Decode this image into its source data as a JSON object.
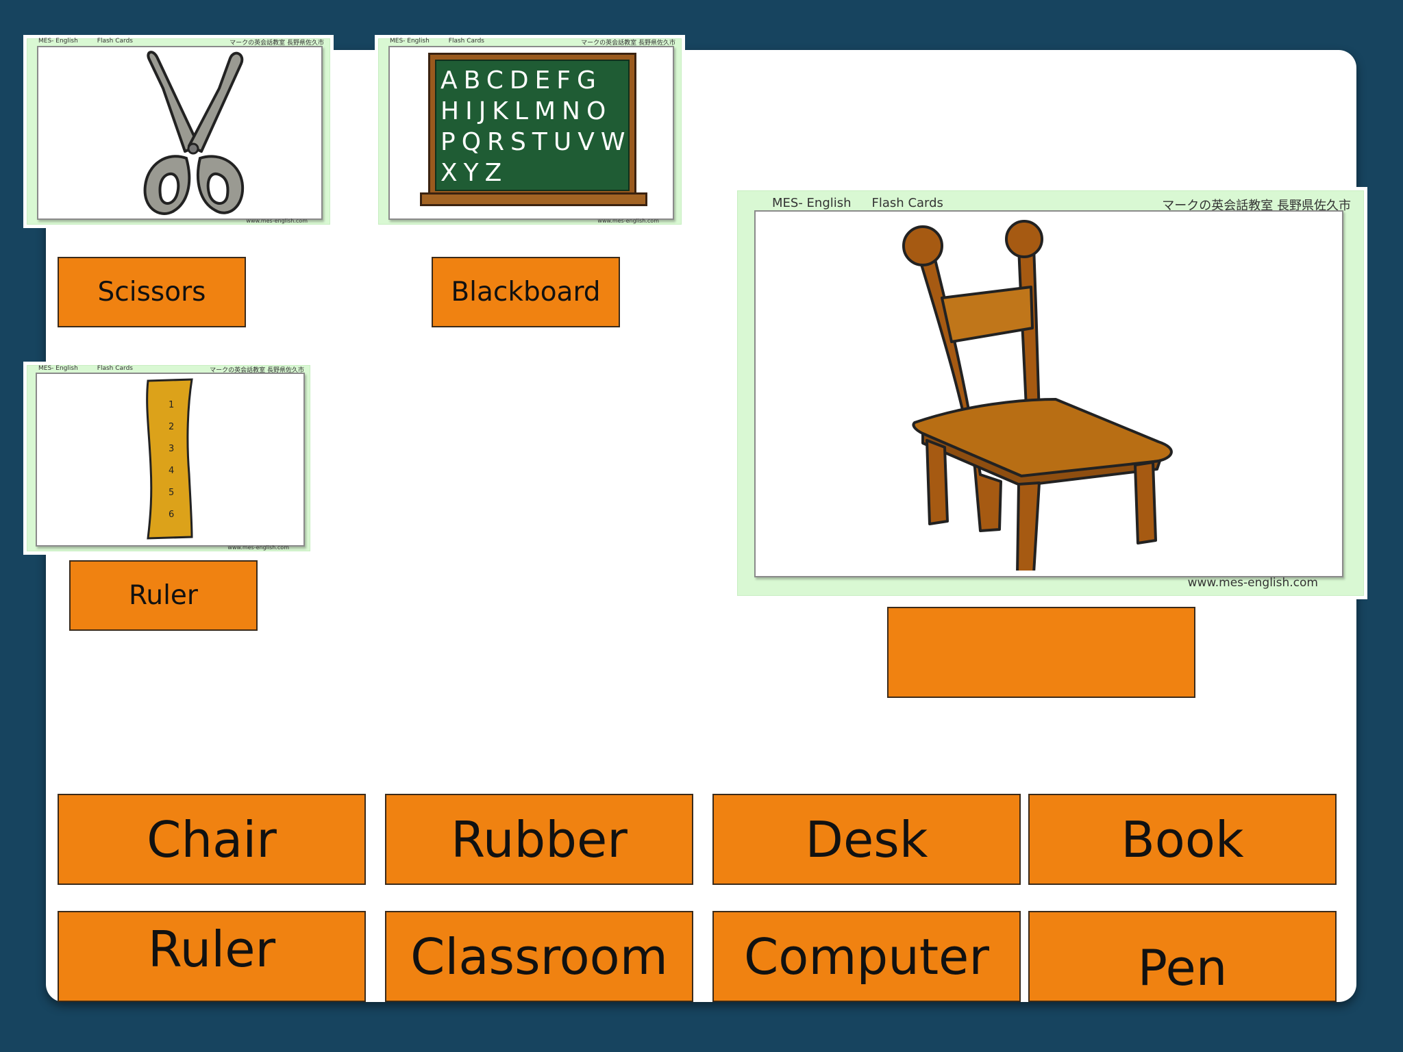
{
  "flash_card": {
    "header_left_1": "MES- English",
    "header_left_2": "Flash Cards",
    "header_right": "マークの英会話教室  長野県佐久市",
    "footer": "www.mes-english.com"
  },
  "blackboard_text": {
    "row1": "ABCDEFG",
    "row2": "HIJKLMNO",
    "row3": "PQRSTUVW",
    "row4": "XYZ"
  },
  "ruler_marks": [
    "1",
    "2",
    "3",
    "4",
    "5",
    "6"
  ],
  "answer_labels": {
    "scissors": "Scissors",
    "blackboard": "Blackboard",
    "ruler": "Ruler",
    "chair": ""
  },
  "word_bank": [
    "Chair",
    "Rubber",
    "Desk",
    "Book",
    "Ruler",
    "Classroom",
    "Computer",
    "Pen"
  ],
  "colors": {
    "background": "#17445f",
    "label_fill": "#f08211",
    "card_border": "#d9f8d3"
  }
}
